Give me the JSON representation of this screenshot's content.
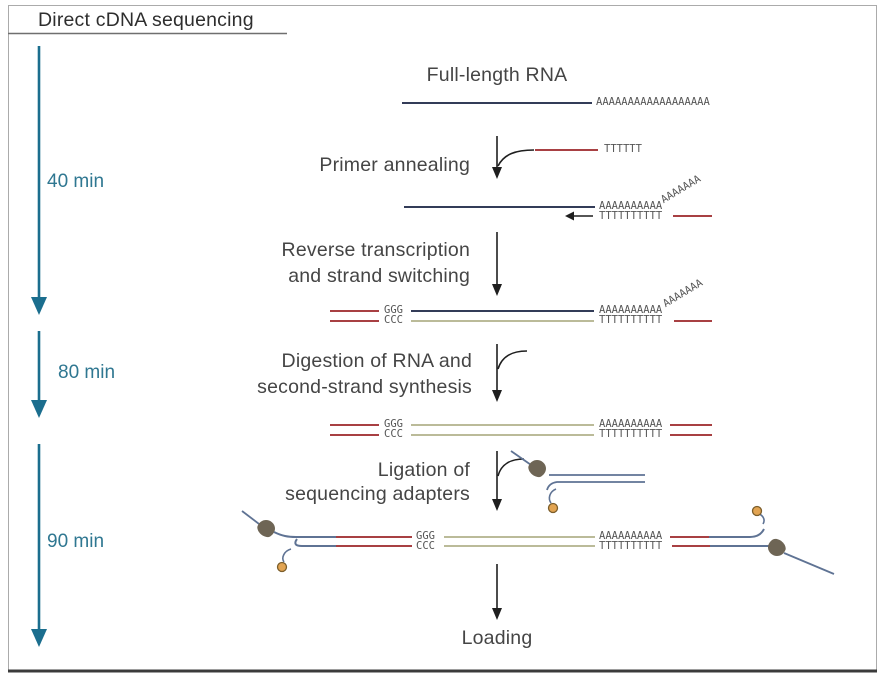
{
  "header": {
    "title": "Direct cDNA sequencing"
  },
  "timeline": {
    "labels": [
      "40 min",
      "80 min",
      "90 min"
    ]
  },
  "steps": {
    "full_length_rna": "Full-length RNA",
    "primer_annealing": "Primer annealing",
    "reverse_transcription_line1": "Reverse transcription",
    "reverse_transcription_line2": "and strand switching",
    "digestion_line1": "Digestion of RNA and",
    "digestion_line2": "second-strand synthesis",
    "ligation_line1": "Ligation of",
    "ligation_line2": "sequencing adapters",
    "loading": "Loading"
  },
  "sequences": {
    "poly_a_tail": "AAAAAAAAAAAAAAAAAA",
    "t_primer": "TTTTTT",
    "a_10": "AAAAAAAAAA",
    "t_10": "TTTTTTTTTT",
    "a_7_diagonal": "AAAAAAA",
    "ggg": "GGG",
    "ccc": "CCC"
  },
  "palette": {
    "timeline_teal": "#1b6e8e",
    "rna_navy": "#333c58",
    "primer_red": "#a84043",
    "cdna_olive": "#bbbb99",
    "adapter_blue": "#5f7394",
    "motor_protein_gray": "#6e6555",
    "tether_bead_orange": "#e2a452",
    "arrow_black": "#1f1f1f"
  }
}
